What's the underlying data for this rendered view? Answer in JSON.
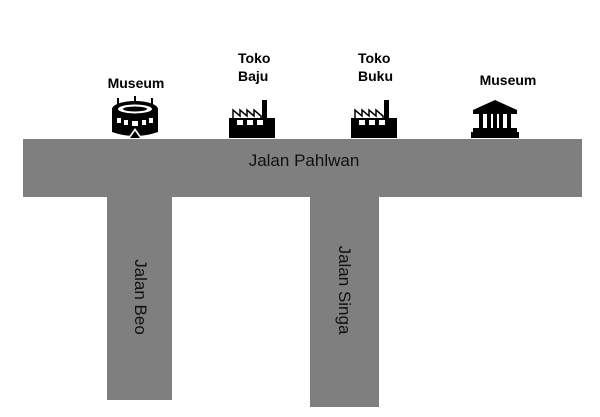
{
  "roads": {
    "main": "Jalan Pahlwan",
    "left": "Jalan Beo",
    "right": "Jalan Singa"
  },
  "places": [
    {
      "lines": [
        "Museum"
      ],
      "icon": "stadium-icon"
    },
    {
      "lines": [
        "Toko",
        "Baju"
      ],
      "icon": "factory-shop-icon"
    },
    {
      "lines": [
        "Toko",
        "Buku"
      ],
      "icon": "factory-shop-icon"
    },
    {
      "lines": [
        "Museum"
      ],
      "icon": "museum-building-icon"
    }
  ],
  "colors": {
    "road": "#7f7f7f",
    "label": "#111111",
    "icon": "#000000"
  }
}
